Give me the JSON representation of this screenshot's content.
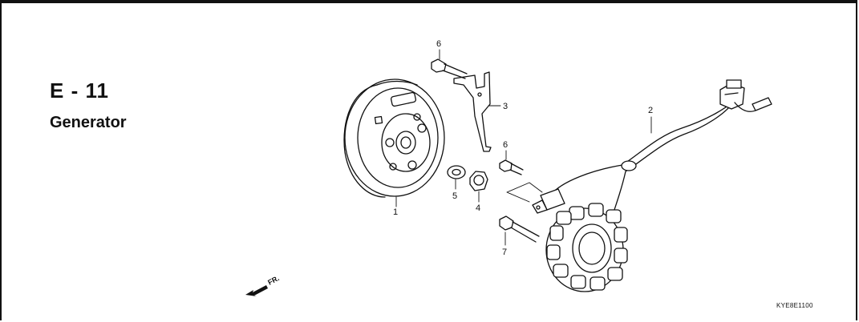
{
  "section": {
    "code": "E - 11",
    "title": "Generator"
  },
  "direction_indicator": {
    "label": "FR."
  },
  "callouts": [
    "1",
    "2",
    "3",
    "4",
    "5",
    "6",
    "6",
    "7"
  ],
  "drawing_code": "KYE8E1100",
  "colors": {
    "line": "#111111",
    "background": "#ffffff"
  }
}
